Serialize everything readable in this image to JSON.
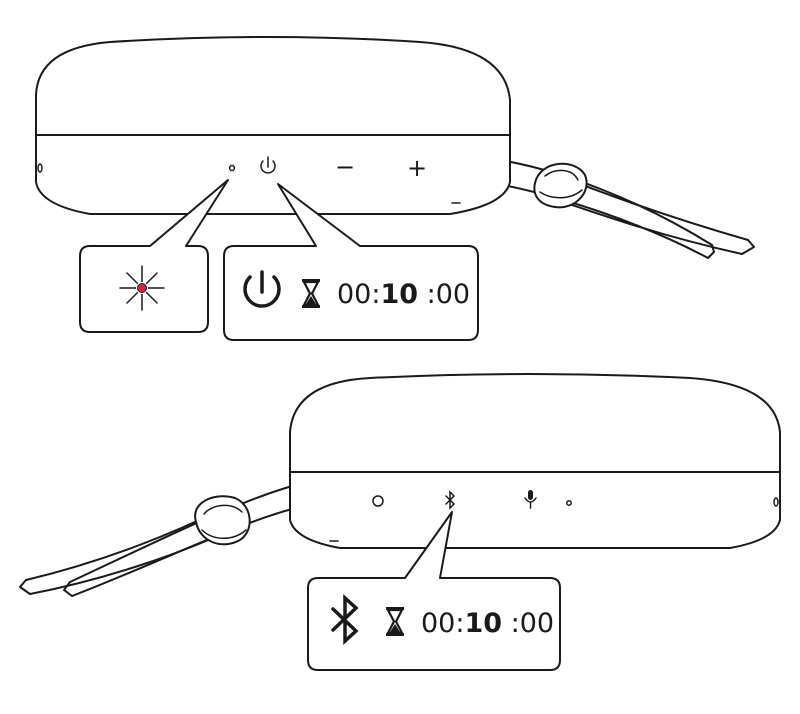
{
  "top_speaker": {
    "buttons": {
      "minus": "−",
      "plus": "+"
    }
  },
  "top_callouts": {
    "timer": {
      "hours": "00",
      "minutes": "10",
      "seconds": "00"
    },
    "led_color": "#e0202a"
  },
  "bottom_callout": {
    "timer": {
      "hours": "00",
      "minutes": "10",
      "seconds": "00"
    }
  }
}
